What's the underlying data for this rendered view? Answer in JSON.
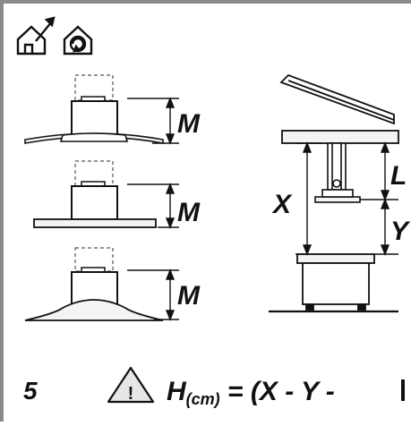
{
  "icons": {
    "exhaust": "house-exhaust-icon",
    "recirculation": "house-recirculation-icon",
    "warning": "warning-triangle-icon"
  },
  "labels": {
    "hood_curved": "M",
    "hood_flat": "M",
    "hood_dome": "M",
    "x": "X",
    "l": "L",
    "y": "Y"
  },
  "footer": {
    "step_number": "5",
    "warning_mark": "!",
    "formula_h": "H",
    "formula_unit": "(cm)",
    "formula_rest": " = (X - Y - "
  },
  "colors": {
    "frame_border": "#8a8a8a",
    "line": "#1a1a1a",
    "dashed": "#555555",
    "fill_light": "#f4f4f4"
  }
}
